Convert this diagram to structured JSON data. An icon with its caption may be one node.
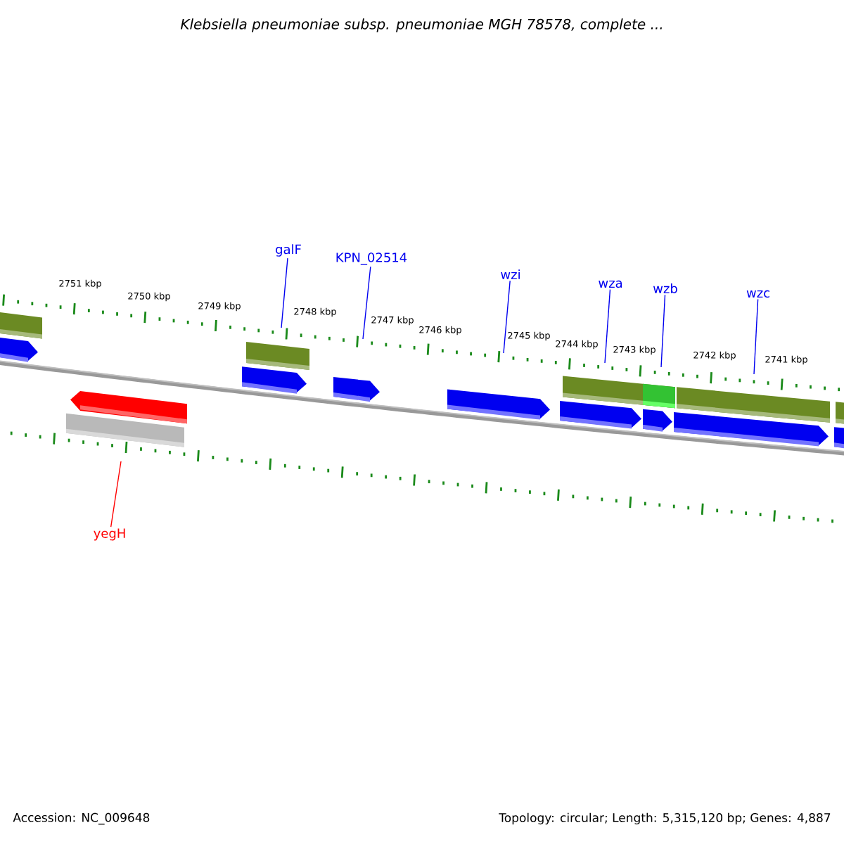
{
  "diagram": {
    "title": "Klebsiella pneumoniae subsp. pneumoniae MGH 78578, complete ...",
    "nodes": [
      {
        "text": [
          "galF"
        ]
      },
      {
        "text": [
          "KPN_02514"
        ]
      },
      {
        "text": [
          "wzi"
        ]
      },
      {
        "text": [
          "wza"
        ]
      },
      {
        "text": [
          "wzb"
        ]
      },
      {
        "text": [
          "wzc"
        ]
      },
      {
        "text": [
          "yegH"
        ]
      }
    ],
    "edges": [
      {
        "from": 0,
        "to": null,
        "arrow": "none"
      },
      {
        "from": 1,
        "to": null,
        "arrow": "none"
      },
      {
        "from": 2,
        "to": null,
        "arrow": "none"
      },
      {
        "from": 3,
        "to": null,
        "arrow": "none"
      },
      {
        "from": 4,
        "to": null,
        "arrow": "none"
      },
      {
        "from": 5,
        "to": null,
        "arrow": "none"
      },
      {
        "from": 6,
        "to": null,
        "arrow": "none",
        "color": "#ff0000"
      }
    ],
    "labels": [
      "2751 kbp",
      "2750 kbp",
      "2749 kbp",
      "2748 kbp",
      "2747 kbp",
      "2746 kbp",
      "2745 kbp",
      "2744 kbp",
      "2743 kbp",
      "2742 kbp",
      "2741 kbp",
      "Accession: NC_009648",
      "Topology: circular; Length: 5,315,120 bp; Genes: 4,887"
    ]
  }
}
